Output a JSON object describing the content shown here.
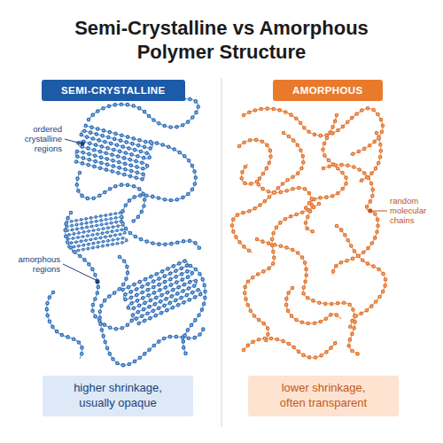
{
  "diagram": {
    "title": "Semi-Crystalline vs Amorphous Polymer Structure",
    "nodes": [
      {
        "text": [
          "SEMI-CRYSTALLINE"
        ]
      },
      {
        "text": [
          "AMORPHOUS"
        ]
      },
      {
        "text": [
          "higher shrinkage, usually opaque"
        ]
      },
      {
        "text": [
          "lower shrinkage, often transparent"
        ]
      }
    ],
    "labels": [
      "ordered crystalline regions",
      "amorphous regions",
      "random molecular chains"
    ]
  }
}
